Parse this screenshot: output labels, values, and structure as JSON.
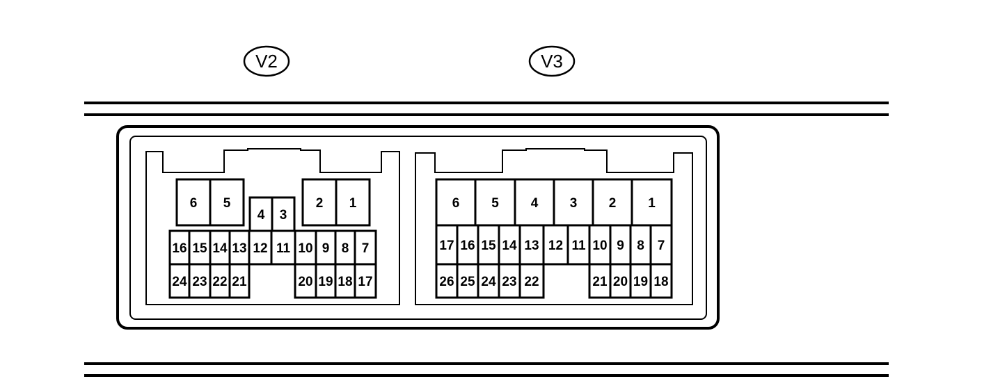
{
  "connectors": [
    {
      "id": "v2",
      "label": "V2",
      "top_row": [
        "6",
        "5",
        "4",
        "3",
        "2",
        "1"
      ],
      "middle_row": [
        "16",
        "15",
        "14",
        "13",
        "12",
        "11",
        "10",
        "9",
        "8",
        "7"
      ],
      "bottom_left": [
        "24",
        "23",
        "22",
        "21"
      ],
      "bottom_right": [
        "20",
        "19",
        "18",
        "17"
      ]
    },
    {
      "id": "v3",
      "label": "V3",
      "top_row": [
        "6",
        "5",
        "4",
        "3",
        "2",
        "1"
      ],
      "middle_row": [
        "17",
        "16",
        "15",
        "14",
        "13",
        "12",
        "11",
        "10",
        "9",
        "8",
        "7"
      ],
      "bottom_left": [
        "26",
        "25",
        "24",
        "23",
        "22"
      ],
      "bottom_right": [
        "21",
        "20",
        "19",
        "18"
      ]
    }
  ]
}
